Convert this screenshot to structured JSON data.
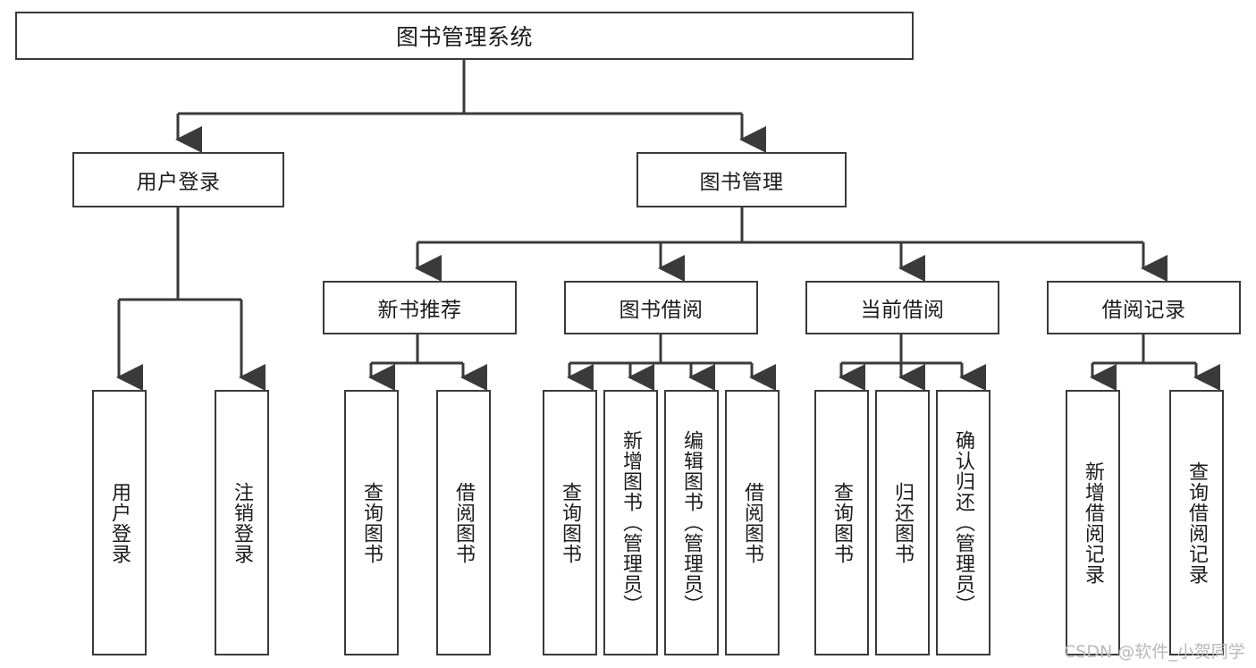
{
  "diagram": {
    "title": "图书管理系统",
    "type": "hierarchy-tree",
    "root": {
      "label": "图书管理系统"
    },
    "level2": [
      {
        "label": "用户登录"
      },
      {
        "label": "图书管理"
      }
    ],
    "level3": [
      {
        "label": "新书推荐"
      },
      {
        "label": "图书借阅"
      },
      {
        "label": "当前借阅"
      },
      {
        "label": "借阅记录"
      }
    ],
    "leaves": {
      "user_login": [
        {
          "label": "用户登录"
        },
        {
          "label": "注销登录"
        }
      ],
      "new_book": [
        {
          "label": "查询图书"
        },
        {
          "label": "借阅图书"
        }
      ],
      "book_borrow": [
        {
          "label": "查询图书"
        },
        {
          "label": "新增图书（管理员）"
        },
        {
          "label": "编辑图书（管理员）"
        },
        {
          "label": "借阅图书"
        }
      ],
      "current_borrow": [
        {
          "label": "查询图书"
        },
        {
          "label": "归还图书"
        },
        {
          "label": "确认归还（管理员）"
        }
      ],
      "borrow_record": [
        {
          "label": "新增借阅记录"
        },
        {
          "label": "查询借阅记录"
        }
      ]
    }
  },
  "watermark": {
    "text": "CSDN @软件_小贺同学"
  },
  "colors": {
    "stroke": "#3a3a3a",
    "text": "#1c1c1c",
    "background": "#ffffff",
    "watermark": "#b9b9b9"
  }
}
